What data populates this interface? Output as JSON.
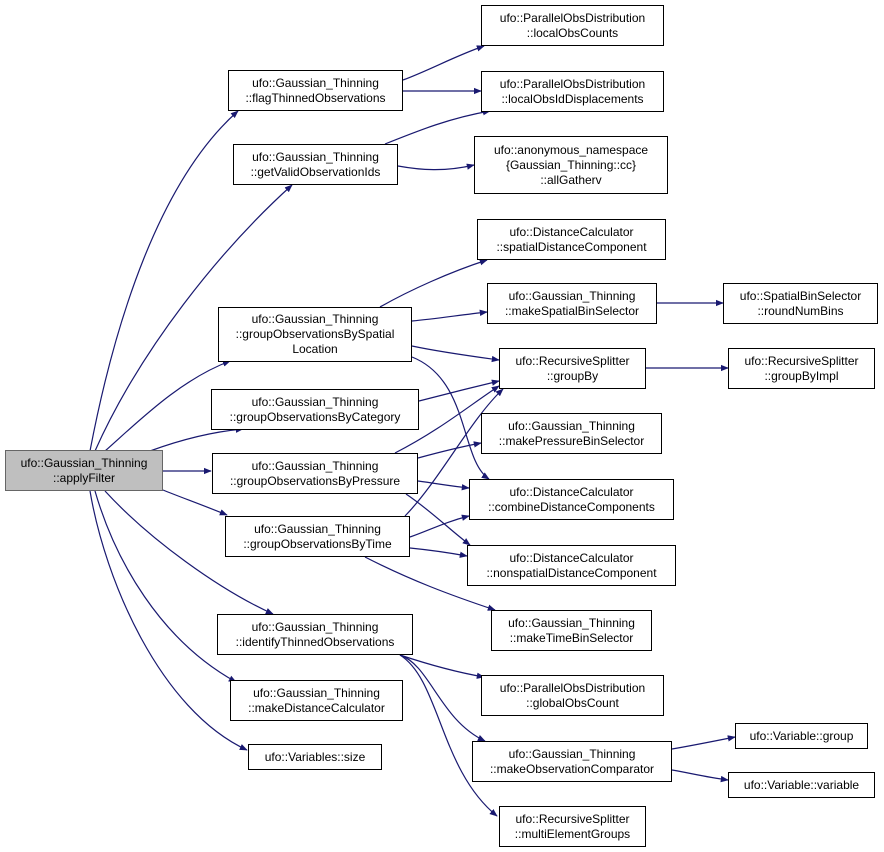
{
  "colors": {
    "edge": "#191970",
    "node_border": "#000000",
    "root_fill": "#bfbfbf",
    "root_border": "#666666"
  },
  "nodes": [
    {
      "id": "applyFilter",
      "lines": [
        "ufo::Gaussian_Thinning",
        "::applyFilter"
      ]
    },
    {
      "id": "flagThinnedObservations",
      "lines": [
        "ufo::Gaussian_Thinning",
        "::flagThinnedObservations"
      ]
    },
    {
      "id": "getValidObservationIds",
      "lines": [
        "ufo::Gaussian_Thinning",
        "::getValidObservationIds"
      ]
    },
    {
      "id": "groupObservationsBySpatialLocation",
      "lines": [
        "ufo::Gaussian_Thinning",
        "::groupObservationsBySpatial",
        "Location"
      ]
    },
    {
      "id": "groupObservationsByCategory",
      "lines": [
        "ufo::Gaussian_Thinning",
        "::groupObservationsByCategory"
      ]
    },
    {
      "id": "groupObservationsByPressure",
      "lines": [
        "ufo::Gaussian_Thinning",
        "::groupObservationsByPressure"
      ]
    },
    {
      "id": "groupObservationsByTime",
      "lines": [
        "ufo::Gaussian_Thinning",
        "::groupObservationsByTime"
      ]
    },
    {
      "id": "identifyThinnedObservations",
      "lines": [
        "ufo::Gaussian_Thinning",
        "::identifyThinnedObservations"
      ]
    },
    {
      "id": "makeDistanceCalculator",
      "lines": [
        "ufo::Gaussian_Thinning",
        "::makeDistanceCalculator"
      ]
    },
    {
      "id": "variablesSize",
      "lines": [
        "ufo::Variables::size"
      ]
    },
    {
      "id": "localObsCounts",
      "lines": [
        "ufo::ParallelObsDistribution",
        "::localObsCounts"
      ]
    },
    {
      "id": "localObsIdDisplacements",
      "lines": [
        "ufo::ParallelObsDistribution",
        "::localObsIdDisplacements"
      ]
    },
    {
      "id": "allGatherv",
      "lines": [
        "ufo::anonymous_namespace",
        "{Gaussian_Thinning::cc}",
        "::allGatherv"
      ]
    },
    {
      "id": "spatialDistanceComponent",
      "lines": [
        "ufo::DistanceCalculator",
        "::spatialDistanceComponent"
      ]
    },
    {
      "id": "makeSpatialBinSelector",
      "lines": [
        "ufo::Gaussian_Thinning",
        "::makeSpatialBinSelector"
      ]
    },
    {
      "id": "roundNumBins",
      "lines": [
        "ufo::SpatialBinSelector",
        "::roundNumBins"
      ]
    },
    {
      "id": "groupBy",
      "lines": [
        "ufo::RecursiveSplitter",
        "::groupBy"
      ]
    },
    {
      "id": "groupByImpl",
      "lines": [
        "ufo::RecursiveSplitter",
        "::groupByImpl"
      ]
    },
    {
      "id": "makePressureBinSelector",
      "lines": [
        "ufo::Gaussian_Thinning",
        "::makePressureBinSelector"
      ]
    },
    {
      "id": "combineDistanceComponents",
      "lines": [
        "ufo::DistanceCalculator",
        "::combineDistanceComponents"
      ]
    },
    {
      "id": "nonspatialDistanceComponent",
      "lines": [
        "ufo::DistanceCalculator",
        "::nonspatialDistanceComponent"
      ]
    },
    {
      "id": "makeTimeBinSelector",
      "lines": [
        "ufo::Gaussian_Thinning",
        "::makeTimeBinSelector"
      ]
    },
    {
      "id": "globalObsCount",
      "lines": [
        "ufo::ParallelObsDistribution",
        "::globalObsCount"
      ]
    },
    {
      "id": "makeObservationComparator",
      "lines": [
        "ufo::Gaussian_Thinning",
        "::makeObservationComparator"
      ]
    },
    {
      "id": "multiElementGroups",
      "lines": [
        "ufo::RecursiveSplitter",
        "::multiElementGroups"
      ]
    },
    {
      "id": "variableGroup",
      "lines": [
        "ufo::Variable::group"
      ]
    },
    {
      "id": "variableVariable",
      "lines": [
        "ufo::Variable::variable"
      ]
    }
  ]
}
